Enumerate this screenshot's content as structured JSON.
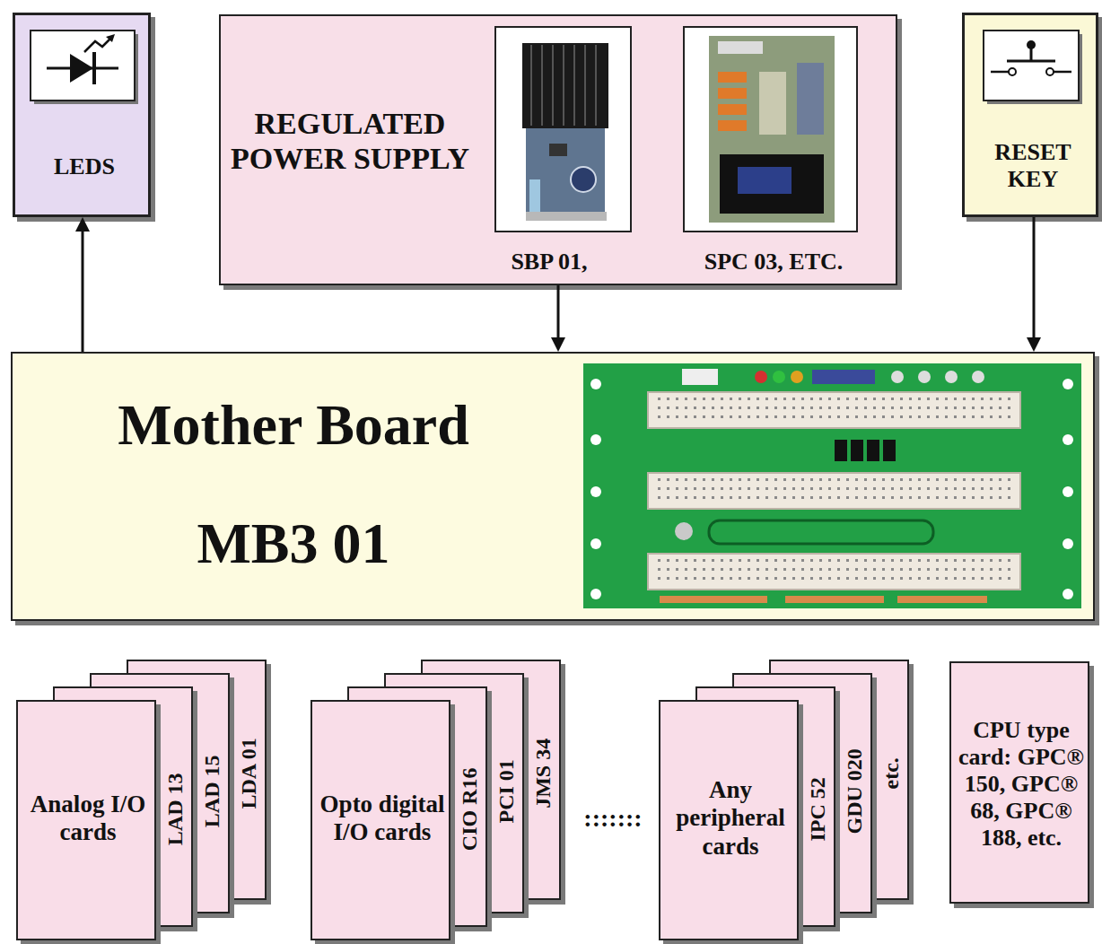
{
  "diagram": {
    "nodes": [
      {
        "text": [
          "LEDS"
        ]
      },
      {
        "text": [
          "REGULATED POWER SUPPLY",
          "SBP 01,",
          "SPC 03, ETC."
        ]
      },
      {
        "text": [
          "RESET KEY"
        ]
      },
      {
        "text": [
          "Mother Board",
          "MB3 01"
        ]
      },
      {
        "text": [
          "Analog I/O cards"
        ]
      },
      {
        "text": [
          "LAD 13"
        ]
      },
      {
        "text": [
          "LAD 15"
        ]
      },
      {
        "text": [
          "LDA 01"
        ]
      },
      {
        "text": [
          "Opto digital I/O cards"
        ]
      },
      {
        "text": [
          "CIO R16"
        ]
      },
      {
        "text": [
          "PCI 01"
        ]
      },
      {
        "text": [
          "JMS 34"
        ]
      },
      {
        "text": [
          "Any peripheral cards"
        ]
      },
      {
        "text": [
          "IPC 52"
        ]
      },
      {
        "text": [
          "GDU 020"
        ]
      },
      {
        "text": [
          "etc."
        ]
      },
      {
        "text": [
          "CPU type card: GPC® 150, GPC® 68, GPC® 188, etc."
        ]
      }
    ],
    "edges": [
      {
        "from": 3,
        "to": 0,
        "arrow": "to"
      },
      {
        "from": 1,
        "to": 3,
        "arrow": "to"
      },
      {
        "from": 2,
        "to": 3,
        "arrow": "to"
      }
    ],
    "labels": [
      ":::::::"
    ]
  }
}
